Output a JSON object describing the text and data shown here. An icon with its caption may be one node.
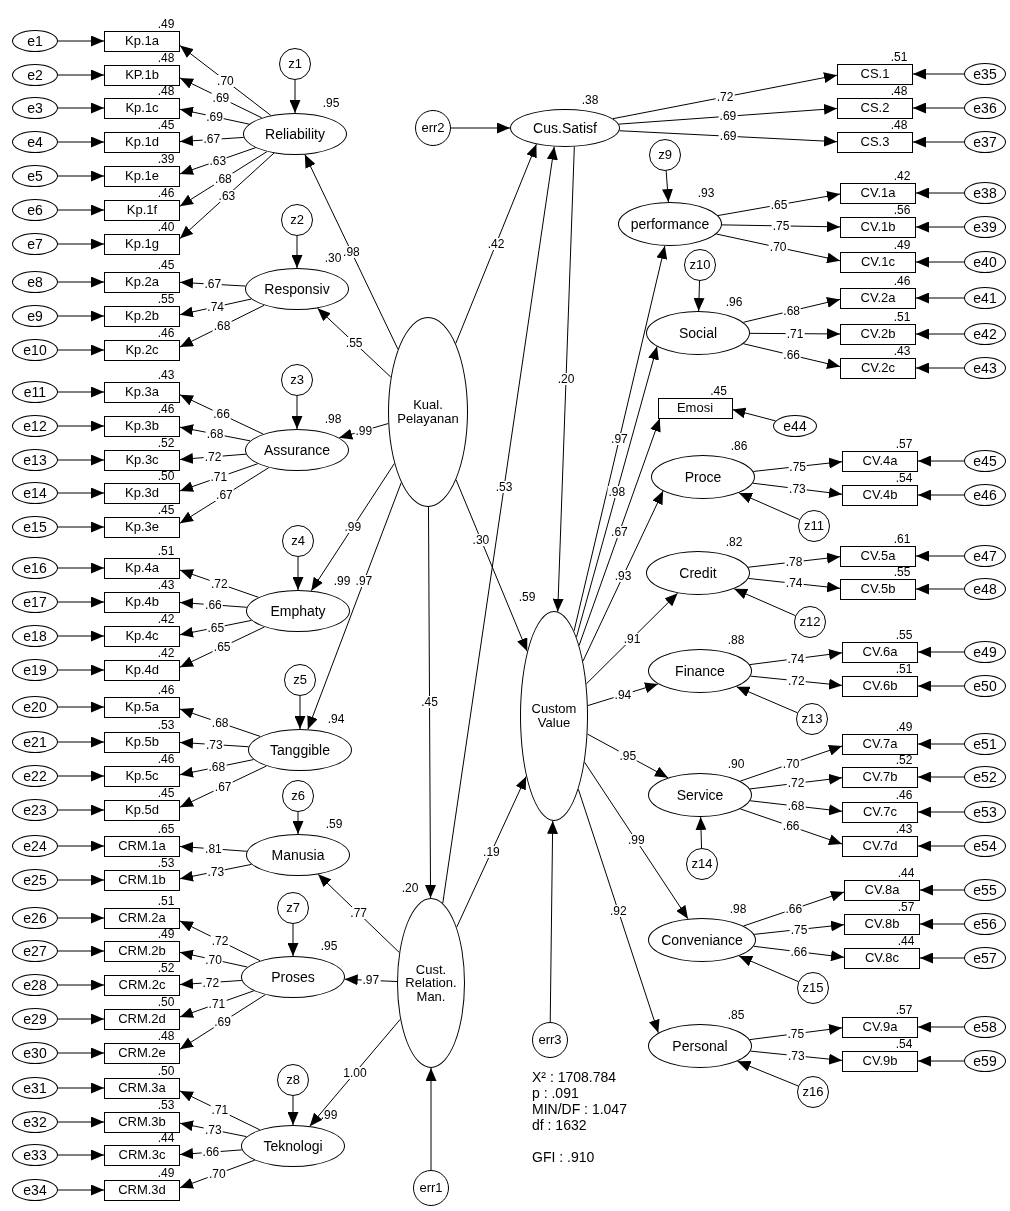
{
  "diagram": {
    "nodes": [
      {
        "text": [
          "e1"
        ]
      },
      {
        "text": [
          "Kp.1a"
        ],
        "beside": [
          ".49"
        ]
      },
      {
        "text": [
          "e2"
        ]
      },
      {
        "text": [
          "KP.1b"
        ],
        "beside": [
          ".48"
        ]
      },
      {
        "text": [
          "e3"
        ]
      },
      {
        "text": [
          "Kp.1c"
        ],
        "beside": [
          ".48"
        ]
      },
      {
        "text": [
          "e4"
        ]
      },
      {
        "text": [
          "Kp.1d"
        ],
        "beside": [
          ".45"
        ]
      },
      {
        "text": [
          "e5"
        ]
      },
      {
        "text": [
          "Kp.1e"
        ],
        "beside": [
          ".39"
        ]
      },
      {
        "text": [
          "e6"
        ]
      },
      {
        "text": [
          "Kp.1f"
        ],
        "beside": [
          ".46"
        ]
      },
      {
        "text": [
          "e7"
        ]
      },
      {
        "text": [
          "Kp.1g"
        ],
        "beside": [
          ".40"
        ]
      },
      {
        "text": [
          "e8"
        ]
      },
      {
        "text": [
          "Kp.2a"
        ],
        "beside": [
          ".45"
        ]
      },
      {
        "text": [
          "e9"
        ]
      },
      {
        "text": [
          "Kp.2b"
        ],
        "beside": [
          ".55"
        ]
      },
      {
        "text": [
          "e10"
        ]
      },
      {
        "text": [
          "Kp.2c"
        ],
        "beside": [
          ".46"
        ]
      },
      {
        "text": [
          "e11"
        ]
      },
      {
        "text": [
          "Kp.3a"
        ],
        "beside": [
          ".43"
        ]
      },
      {
        "text": [
          "e12"
        ]
      },
      {
        "text": [
          "Kp.3b"
        ],
        "beside": [
          ".46"
        ]
      },
      {
        "text": [
          "e13"
        ]
      },
      {
        "text": [
          "Kp.3c"
        ],
        "beside": [
          ".52"
        ]
      },
      {
        "text": [
          "e14"
        ]
      },
      {
        "text": [
          "Kp.3d"
        ],
        "beside": [
          ".50"
        ]
      },
      {
        "text": [
          "e15"
        ]
      },
      {
        "text": [
          "Kp.3e"
        ],
        "beside": [
          ".45"
        ]
      },
      {
        "text": [
          "e16"
        ]
      },
      {
        "text": [
          "Kp.4a"
        ],
        "beside": [
          ".51"
        ]
      },
      {
        "text": [
          "e17"
        ]
      },
      {
        "text": [
          "Kp.4b"
        ],
        "beside": [
          ".43"
        ]
      },
      {
        "text": [
          "e18"
        ]
      },
      {
        "text": [
          "Kp.4c"
        ],
        "beside": [
          ".42"
        ]
      },
      {
        "text": [
          "e19"
        ]
      },
      {
        "text": [
          "Kp.4d"
        ],
        "beside": [
          ".42"
        ]
      },
      {
        "text": [
          "e20"
        ]
      },
      {
        "text": [
          "Kp.5a"
        ],
        "beside": [
          ".46"
        ]
      },
      {
        "text": [
          "e21"
        ]
      },
      {
        "text": [
          "Kp.5b"
        ],
        "beside": [
          ".53"
        ]
      },
      {
        "text": [
          "e22"
        ]
      },
      {
        "text": [
          "Kp.5c"
        ],
        "beside": [
          ".46"
        ]
      },
      {
        "text": [
          "e23"
        ]
      },
      {
        "text": [
          "Kp.5d"
        ],
        "beside": [
          ".45"
        ]
      },
      {
        "text": [
          "e24"
        ]
      },
      {
        "text": [
          "CRM.1a"
        ],
        "beside": [
          ".65"
        ]
      },
      {
        "text": [
          "e25"
        ]
      },
      {
        "text": [
          "CRM.1b"
        ],
        "beside": [
          ".53"
        ]
      },
      {
        "text": [
          "e26"
        ]
      },
      {
        "text": [
          "CRM.2a"
        ],
        "beside": [
          ".51"
        ]
      },
      {
        "text": [
          "e27"
        ]
      },
      {
        "text": [
          "CRM.2b"
        ],
        "beside": [
          ".49"
        ]
      },
      {
        "text": [
          "e28"
        ]
      },
      {
        "text": [
          "CRM.2c"
        ],
        "beside": [
          ".52"
        ]
      },
      {
        "text": [
          "e29"
        ]
      },
      {
        "text": [
          "CRM.2d"
        ],
        "beside": [
          ".50"
        ]
      },
      {
        "text": [
          "e30"
        ]
      },
      {
        "text": [
          "CRM.2e"
        ],
        "beside": [
          ".48"
        ]
      },
      {
        "text": [
          "e31"
        ]
      },
      {
        "text": [
          "CRM.3a"
        ],
        "beside": [
          ".50"
        ]
      },
      {
        "text": [
          "e32"
        ]
      },
      {
        "text": [
          "CRM.3b"
        ],
        "beside": [
          ".53"
        ]
      },
      {
        "text": [
          "e33"
        ]
      },
      {
        "text": [
          "CRM.3c"
        ],
        "beside": [
          ".44"
        ]
      },
      {
        "text": [
          "e34"
        ]
      },
      {
        "text": [
          "CRM.3d"
        ],
        "beside": [
          ".49"
        ]
      },
      {
        "text": [
          "z1"
        ]
      },
      {
        "text": [
          "Reliability"
        ],
        "beside": [
          ".95"
        ]
      },
      {
        "text": [
          "z2"
        ]
      },
      {
        "text": [
          "Responsiv"
        ],
        "beside": [
          ".30"
        ]
      },
      {
        "text": [
          "z3"
        ]
      },
      {
        "text": [
          "Assurance"
        ],
        "beside": [
          ".98"
        ]
      },
      {
        "text": [
          "z4"
        ]
      },
      {
        "text": [
          "Emphaty"
        ],
        "beside": [
          ".99"
        ]
      },
      {
        "text": [
          "z5"
        ]
      },
      {
        "text": [
          "Tanggible"
        ],
        "beside": [
          ".94"
        ]
      },
      {
        "text": [
          "z6"
        ]
      },
      {
        "text": [
          "Manusia"
        ],
        "beside": [
          ".59"
        ]
      },
      {
        "text": [
          "z7"
        ]
      },
      {
        "text": [
          "Proses"
        ],
        "beside": [
          ".95"
        ]
      },
      {
        "text": [
          "z8"
        ]
      },
      {
        "text": [
          "Teknologi"
        ],
        "beside": [
          ".99"
        ]
      },
      {
        "text": [
          "err2"
        ]
      },
      {
        "text": [
          "Cus.Satisf"
        ],
        "beside": [
          ".38"
        ]
      },
      {
        "text": [
          "Kual. Pelayanan"
        ]
      },
      {
        "text": [
          "Cust. Relation. Man."
        ],
        "beside": [
          ".20"
        ]
      },
      {
        "text": [
          "err1"
        ]
      },
      {
        "text": [
          "Custom Value"
        ],
        "beside": [
          ".59"
        ]
      },
      {
        "text": [
          "err3"
        ]
      },
      {
        "text": [
          "CS.1"
        ],
        "beside": [
          ".51"
        ]
      },
      {
        "text": [
          "e35"
        ]
      },
      {
        "text": [
          "CS.2"
        ],
        "beside": [
          ".48"
        ]
      },
      {
        "text": [
          "e36"
        ]
      },
      {
        "text": [
          "CS.3"
        ],
        "beside": [
          ".48"
        ]
      },
      {
        "text": [
          "e37"
        ]
      },
      {
        "text": [
          "z9"
        ]
      },
      {
        "text": [
          "performance"
        ],
        "beside": [
          ".93"
        ]
      },
      {
        "text": [
          "CV.1a"
        ],
        "beside": [
          ".42"
        ]
      },
      {
        "text": [
          "e38"
        ]
      },
      {
        "text": [
          "CV.1b"
        ],
        "beside": [
          ".56"
        ]
      },
      {
        "text": [
          "e39"
        ]
      },
      {
        "text": [
          "CV.1c"
        ],
        "beside": [
          ".49"
        ]
      },
      {
        "text": [
          "e40"
        ]
      },
      {
        "text": [
          "z10"
        ]
      },
      {
        "text": [
          "Social"
        ],
        "beside": [
          ".96"
        ]
      },
      {
        "text": [
          "CV.2a"
        ],
        "beside": [
          ".46"
        ]
      },
      {
        "text": [
          "e41"
        ]
      },
      {
        "text": [
          "CV.2b"
        ],
        "beside": [
          ".51"
        ]
      },
      {
        "text": [
          "e42"
        ]
      },
      {
        "text": [
          "CV.2c"
        ],
        "beside": [
          ".43"
        ]
      },
      {
        "text": [
          "e43"
        ]
      },
      {
        "text": [
          "Emosi"
        ],
        "beside": [
          ".45"
        ]
      },
      {
        "text": [
          "e44"
        ]
      },
      {
        "text": [
          "Proce"
        ],
        "beside": [
          ".86"
        ]
      },
      {
        "text": [
          "CV.4a"
        ],
        "beside": [
          ".57"
        ]
      },
      {
        "text": [
          "e45"
        ]
      },
      {
        "text": [
          "CV.4b"
        ],
        "beside": [
          ".54"
        ]
      },
      {
        "text": [
          "e46"
        ]
      },
      {
        "text": [
          "z11"
        ]
      },
      {
        "text": [
          "Credit"
        ],
        "beside": [
          ".82"
        ]
      },
      {
        "text": [
          "CV.5a"
        ],
        "beside": [
          ".61"
        ]
      },
      {
        "text": [
          "e47"
        ]
      },
      {
        "text": [
          "CV.5b"
        ],
        "beside": [
          ".55"
        ]
      },
      {
        "text": [
          "e48"
        ]
      },
      {
        "text": [
          "z12"
        ]
      },
      {
        "text": [
          "Finance"
        ],
        "beside": [
          ".88"
        ]
      },
      {
        "text": [
          "CV.6a"
        ],
        "beside": [
          ".55"
        ]
      },
      {
        "text": [
          "e49"
        ]
      },
      {
        "text": [
          "CV.6b"
        ],
        "beside": [
          ".51"
        ]
      },
      {
        "text": [
          "e50"
        ]
      },
      {
        "text": [
          "z13"
        ]
      },
      {
        "text": [
          "Service"
        ],
        "beside": [
          ".90"
        ]
      },
      {
        "text": [
          "CV.7a"
        ],
        "beside": [
          ".49"
        ]
      },
      {
        "text": [
          "e51"
        ]
      },
      {
        "text": [
          "CV.7b"
        ],
        "beside": [
          ".52"
        ]
      },
      {
        "text": [
          "e52"
        ]
      },
      {
        "text": [
          "CV.7c"
        ],
        "beside": [
          ".46"
        ]
      },
      {
        "text": [
          "e53"
        ]
      },
      {
        "text": [
          "CV.7d"
        ],
        "beside": [
          ".43"
        ]
      },
      {
        "text": [
          "e54"
        ]
      },
      {
        "text": [
          "z14"
        ]
      },
      {
        "text": [
          "Conveniance"
        ],
        "beside": [
          ".98"
        ]
      },
      {
        "text": [
          "CV.8a"
        ],
        "beside": [
          ".44"
        ]
      },
      {
        "text": [
          "e55"
        ]
      },
      {
        "text": [
          "CV.8b"
        ],
        "beside": [
          ".57"
        ]
      },
      {
        "text": [
          "e56"
        ]
      },
      {
        "text": [
          "CV.8c"
        ],
        "beside": [
          ".44"
        ]
      },
      {
        "text": [
          "e57"
        ]
      },
      {
        "text": [
          "z15"
        ]
      },
      {
        "text": [
          "Personal"
        ],
        "beside": [
          ".85"
        ]
      },
      {
        "text": [
          "CV.9a"
        ],
        "beside": [
          ".57"
        ]
      },
      {
        "text": [
          "e58"
        ]
      },
      {
        "text": [
          "CV.9b"
        ],
        "beside": [
          ".54"
        ]
      },
      {
        "text": [
          "e59"
        ]
      },
      {
        "text": [
          "z16"
        ]
      }
    ],
    "edges": [
      {
        "from": 0,
        "to": 1,
        "arrow": "to"
      },
      {
        "from": 2,
        "to": 3,
        "arrow": "to"
      },
      {
        "from": 4,
        "to": 5,
        "arrow": "to"
      },
      {
        "from": 6,
        "to": 7,
        "arrow": "to"
      },
      {
        "from": 8,
        "to": 9,
        "arrow": "to"
      },
      {
        "from": 10,
        "to": 11,
        "arrow": "to"
      },
      {
        "from": 12,
        "to": 13,
        "arrow": "to"
      },
      {
        "from": 14,
        "to": 15,
        "arrow": "to"
      },
      {
        "from": 16,
        "to": 17,
        "arrow": "to"
      },
      {
        "from": 18,
        "to": 19,
        "arrow": "to"
      },
      {
        "from": 20,
        "to": 21,
        "arrow": "to"
      },
      {
        "from": 22,
        "to": 23,
        "arrow": "to"
      },
      {
        "from": 24,
        "to": 25,
        "arrow": "to"
      },
      {
        "from": 26,
        "to": 27,
        "arrow": "to"
      },
      {
        "from": 28,
        "to": 29,
        "arrow": "to"
      },
      {
        "from": 30,
        "to": 31,
        "arrow": "to"
      },
      {
        "from": 32,
        "to": 33,
        "arrow": "to"
      },
      {
        "from": 34,
        "to": 35,
        "arrow": "to"
      },
      {
        "from": 36,
        "to": 37,
        "arrow": "to"
      },
      {
        "from": 38,
        "to": 39,
        "arrow": "to"
      },
      {
        "from": 40,
        "to": 41,
        "arrow": "to"
      },
      {
        "from": 42,
        "to": 43,
        "arrow": "to"
      },
      {
        "from": 44,
        "to": 45,
        "arrow": "to"
      },
      {
        "from": 46,
        "to": 47,
        "arrow": "to"
      },
      {
        "from": 48,
        "to": 49,
        "arrow": "to"
      },
      {
        "from": 50,
        "to": 51,
        "arrow": "to"
      },
      {
        "from": 52,
        "to": 53,
        "arrow": "to"
      },
      {
        "from": 54,
        "to": 55,
        "arrow": "to"
      },
      {
        "from": 56,
        "to": 57,
        "arrow": "to"
      },
      {
        "from": 58,
        "to": 59,
        "arrow": "to"
      },
      {
        "from": 60,
        "to": 61,
        "arrow": "to"
      },
      {
        "from": 62,
        "to": 63,
        "arrow": "to"
      },
      {
        "from": 64,
        "to": 65,
        "arrow": "to"
      },
      {
        "from": 66,
        "to": 67,
        "arrow": "to"
      },
      {
        "from": 69,
        "to": 1,
        "arrow": "to",
        "label": ".70"
      },
      {
        "from": 69,
        "to": 3,
        "arrow": "to",
        "label": ".69"
      },
      {
        "from": 69,
        "to": 5,
        "arrow": "to",
        "label": ".69"
      },
      {
        "from": 69,
        "to": 7,
        "arrow": "to",
        "label": ".67"
      },
      {
        "from": 69,
        "to": 9,
        "arrow": "to",
        "label": ".63"
      },
      {
        "from": 69,
        "to": 11,
        "arrow": "to",
        "label": ".68"
      },
      {
        "from": 69,
        "to": 13,
        "arrow": "to",
        "label": ".63"
      },
      {
        "from": 71,
        "to": 15,
        "arrow": "to",
        "label": ".67"
      },
      {
        "from": 71,
        "to": 17,
        "arrow": "to",
        "label": ".74"
      },
      {
        "from": 71,
        "to": 19,
        "arrow": "to",
        "label": ".68"
      },
      {
        "from": 73,
        "to": 21,
        "arrow": "to",
        "label": ".66"
      },
      {
        "from": 73,
        "to": 23,
        "arrow": "to",
        "label": ".68"
      },
      {
        "from": 73,
        "to": 25,
        "arrow": "to",
        "label": ".72"
      },
      {
        "from": 73,
        "to": 27,
        "arrow": "to",
        "label": ".71"
      },
      {
        "from": 73,
        "to": 29,
        "arrow": "to",
        "label": ".67"
      },
      {
        "from": 75,
        "to": 31,
        "arrow": "to",
        "label": ".72"
      },
      {
        "from": 75,
        "to": 33,
        "arrow": "to",
        "label": ".66"
      },
      {
        "from": 75,
        "to": 35,
        "arrow": "to",
        "label": ".65"
      },
      {
        "from": 75,
        "to": 37,
        "arrow": "to",
        "label": ".65"
      },
      {
        "from": 77,
        "to": 39,
        "arrow": "to",
        "label": ".68"
      },
      {
        "from": 77,
        "to": 41,
        "arrow": "to",
        "label": ".73"
      },
      {
        "from": 77,
        "to": 43,
        "arrow": "to",
        "label": ".68"
      },
      {
        "from": 77,
        "to": 45,
        "arrow": "to",
        "label": ".67"
      },
      {
        "from": 79,
        "to": 47,
        "arrow": "to",
        "label": ".81"
      },
      {
        "from": 79,
        "to": 49,
        "arrow": "to",
        "label": ".73"
      },
      {
        "from": 81,
        "to": 51,
        "arrow": "to",
        "label": ".72"
      },
      {
        "from": 81,
        "to": 53,
        "arrow": "to",
        "label": ".70"
      },
      {
        "from": 81,
        "to": 55,
        "arrow": "to",
        "label": ".72"
      },
      {
        "from": 81,
        "to": 57,
        "arrow": "to",
        "label": ".71"
      },
      {
        "from": 81,
        "to": 59,
        "arrow": "to",
        "label": ".69"
      },
      {
        "from": 83,
        "to": 61,
        "arrow": "to",
        "label": ".71"
      },
      {
        "from": 83,
        "to": 63,
        "arrow": "to",
        "label": ".73"
      },
      {
        "from": 83,
        "to": 65,
        "arrow": "to",
        "label": ".66"
      },
      {
        "from": 83,
        "to": 67,
        "arrow": "to",
        "label": ".70"
      },
      {
        "from": 68,
        "to": 69,
        "arrow": "to"
      },
      {
        "from": 70,
        "to": 71,
        "arrow": "to"
      },
      {
        "from": 72,
        "to": 73,
        "arrow": "to"
      },
      {
        "from": 74,
        "to": 75,
        "arrow": "to"
      },
      {
        "from": 76,
        "to": 77,
        "arrow": "to"
      },
      {
        "from": 78,
        "to": 79,
        "arrow": "to"
      },
      {
        "from": 80,
        "to": 81,
        "arrow": "to"
      },
      {
        "from": 82,
        "to": 83,
        "arrow": "to"
      },
      {
        "from": 86,
        "to": 69,
        "arrow": "to",
        "label": ".98"
      },
      {
        "from": 86,
        "to": 71,
        "arrow": "to",
        "label": ".55"
      },
      {
        "from": 86,
        "to": 73,
        "arrow": "to",
        "label": ".99"
      },
      {
        "from": 86,
        "to": 75,
        "arrow": "to",
        "label": ".99"
      },
      {
        "from": 86,
        "to": 77,
        "arrow": "to",
        "label": ".97"
      },
      {
        "from": 87,
        "to": 79,
        "arrow": "to",
        "label": ".77"
      },
      {
        "from": 87,
        "to": 81,
        "arrow": "to",
        "label": ".97"
      },
      {
        "from": 87,
        "to": 83,
        "arrow": "to",
        "label": "1.00"
      },
      {
        "from": 84,
        "to": 85,
        "arrow": "to"
      },
      {
        "from": 86,
        "to": 85,
        "arrow": "to",
        "label": ".42"
      },
      {
        "from": 87,
        "to": 85,
        "arrow": "to",
        "label": ".53"
      },
      {
        "from": 86,
        "to": 89,
        "arrow": "to",
        "label": ".30"
      },
      {
        "from": 86,
        "to": 87,
        "arrow": "to",
        "label": ".45"
      },
      {
        "from": 87,
        "to": 89,
        "arrow": "to",
        "label": ".19"
      },
      {
        "from": 85,
        "to": 89,
        "arrow": "to",
        "label": ".20"
      },
      {
        "from": 88,
        "to": 87,
        "arrow": "to"
      },
      {
        "from": 90,
        "to": 89,
        "arrow": "to"
      },
      {
        "from": 85,
        "to": 91,
        "arrow": "to",
        "label": ".72"
      },
      {
        "from": 85,
        "to": 93,
        "arrow": "to",
        "label": ".69"
      },
      {
        "from": 85,
        "to": 95,
        "arrow": "to",
        "label": ".69"
      },
      {
        "from": 92,
        "to": 91,
        "arrow": "to"
      },
      {
        "from": 94,
        "to": 93,
        "arrow": "to"
      },
      {
        "from": 96,
        "to": 95,
        "arrow": "to"
      },
      {
        "from": 89,
        "to": 98,
        "arrow": "to",
        "label": ".97"
      },
      {
        "from": 89,
        "to": 106,
        "arrow": "to",
        "label": ".98"
      },
      {
        "from": 89,
        "to": 113,
        "arrow": "to",
        "label": ".67"
      },
      {
        "from": 89,
        "to": 115,
        "arrow": "to",
        "label": ".93"
      },
      {
        "from": 89,
        "to": 121,
        "arrow": "to",
        "label": ".91"
      },
      {
        "from": 89,
        "to": 127,
        "arrow": "to",
        "label": ".94"
      },
      {
        "from": 89,
        "to": 133,
        "arrow": "to",
        "label": ".95"
      },
      {
        "from": 89,
        "to": 143,
        "arrow": "to",
        "label": ".99"
      },
      {
        "from": 89,
        "to": 151,
        "arrow": "to",
        "label": ".92"
      },
      {
        "from": 97,
        "to": 98,
        "arrow": "to"
      },
      {
        "from": 98,
        "to": 99,
        "arrow": "to",
        "label": ".65"
      },
      {
        "from": 98,
        "to": 101,
        "arrow": "to",
        "label": ".75"
      },
      {
        "from": 98,
        "to": 103,
        "arrow": "to",
        "label": ".70"
      },
      {
        "from": 100,
        "to": 99,
        "arrow": "to"
      },
      {
        "from": 102,
        "to": 101,
        "arrow": "to"
      },
      {
        "from": 104,
        "to": 103,
        "arrow": "to"
      },
      {
        "from": 105,
        "to": 106,
        "arrow": "to"
      },
      {
        "from": 106,
        "to": 107,
        "arrow": "to",
        "label": ".68"
      },
      {
        "from": 106,
        "to": 109,
        "arrow": "to",
        "label": ".71"
      },
      {
        "from": 106,
        "to": 111,
        "arrow": "to",
        "label": ".66"
      },
      {
        "from": 108,
        "to": 107,
        "arrow": "to"
      },
      {
        "from": 110,
        "to": 109,
        "arrow": "to"
      },
      {
        "from": 112,
        "to": 111,
        "arrow": "to"
      },
      {
        "from": 114,
        "to": 113,
        "arrow": "to"
      },
      {
        "from": 115,
        "to": 116,
        "arrow": "to",
        "label": ".75"
      },
      {
        "from": 115,
        "to": 118,
        "arrow": "to",
        "label": ".73"
      },
      {
        "from": 117,
        "to": 116,
        "arrow": "to"
      },
      {
        "from": 119,
        "to": 118,
        "arrow": "to"
      },
      {
        "from": 120,
        "to": 115,
        "arrow": "to"
      },
      {
        "from": 121,
        "to": 122,
        "arrow": "to",
        "label": ".78"
      },
      {
        "from": 121,
        "to": 124,
        "arrow": "to",
        "label": ".74"
      },
      {
        "from": 123,
        "to": 122,
        "arrow": "to"
      },
      {
        "from": 125,
        "to": 124,
        "arrow": "to"
      },
      {
        "from": 126,
        "to": 121,
        "arrow": "to"
      },
      {
        "from": 127,
        "to": 128,
        "arrow": "to",
        "label": ".74"
      },
      {
        "from": 127,
        "to": 130,
        "arrow": "to",
        "label": ".72"
      },
      {
        "from": 129,
        "to": 128,
        "arrow": "to"
      },
      {
        "from": 131,
        "to": 130,
        "arrow": "to"
      },
      {
        "from": 132,
        "to": 127,
        "arrow": "to"
      },
      {
        "from": 133,
        "to": 134,
        "arrow": "to",
        "label": ".70"
      },
      {
        "from": 133,
        "to": 136,
        "arrow": "to",
        "label": ".72"
      },
      {
        "from": 133,
        "to": 138,
        "arrow": "to",
        "label": ".68"
      },
      {
        "from": 133,
        "to": 140,
        "arrow": "to",
        "label": ".66"
      },
      {
        "from": 135,
        "to": 134,
        "arrow": "to"
      },
      {
        "from": 137,
        "to": 136,
        "arrow": "to"
      },
      {
        "from": 139,
        "to": 138,
        "arrow": "to"
      },
      {
        "from": 141,
        "to": 140,
        "arrow": "to"
      },
      {
        "from": 142,
        "to": 133,
        "arrow": "to"
      },
      {
        "from": 143,
        "to": 144,
        "arrow": "to",
        "label": ".66"
      },
      {
        "from": 143,
        "to": 146,
        "arrow": "to",
        "label": ".75"
      },
      {
        "from": 143,
        "to": 148,
        "arrow": "to",
        "label": ".66"
      },
      {
        "from": 145,
        "to": 144,
        "arrow": "to"
      },
      {
        "from": 147,
        "to": 146,
        "arrow": "to"
      },
      {
        "from": 149,
        "to": 148,
        "arrow": "to"
      },
      {
        "from": 150,
        "to": 143,
        "arrow": "to"
      },
      {
        "from": 151,
        "to": 152,
        "arrow": "to",
        "label": ".75"
      },
      {
        "from": 151,
        "to": 154,
        "arrow": "to",
        "label": ".73"
      },
      {
        "from": 153,
        "to": 152,
        "arrow": "to"
      },
      {
        "from": 155,
        "to": 154,
        "arrow": "to"
      },
      {
        "from": 156,
        "to": 151,
        "arrow": "to"
      }
    ],
    "labels": [
      "X² : 1708.784",
      "p : .091",
      "MIN/DF : 1.047",
      "df : 1632",
      "GFI : .910"
    ]
  }
}
